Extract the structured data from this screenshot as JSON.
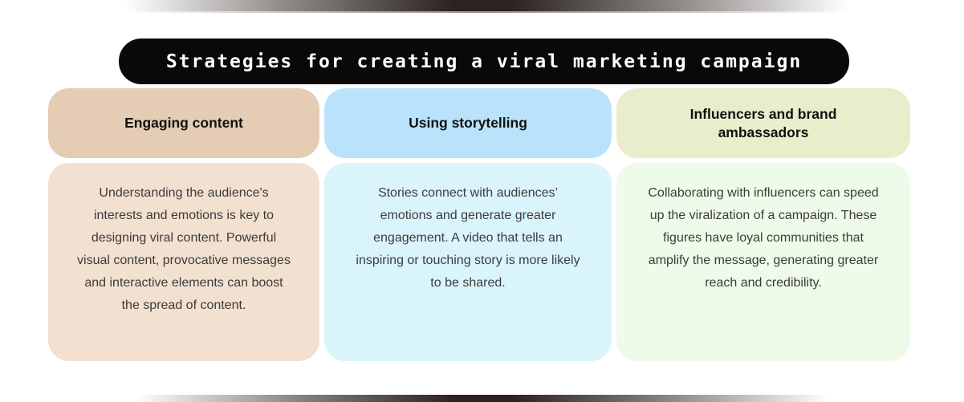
{
  "decor": {
    "top_bar": "metallic-gradient",
    "bottom_bar": "metallic-gradient",
    "bar_dark_color": "#2c2220",
    "bar_light_edge_color": "#9a9390",
    "page_background": "#ffffff"
  },
  "title": {
    "text": "Strategies for creating a viral marketing campaign",
    "background": "#0b0808",
    "color": "#ffffff"
  },
  "columns": [
    {
      "header": "Engaging content",
      "body": "Understanding the audience's interests and emotions is key to designing viral content. Powerful visual content, provocative messages and interactive elements can boost the spread of content.",
      "header_bg": "#e4ccb5",
      "body_bg": "#f2e0d1"
    },
    {
      "header": "Using storytelling",
      "body": "Stories connect with audiences’ emotions and generate greater engagement. A video that tells an inspiring or touching story is more likely to be shared.",
      "header_bg": "#bae3fb",
      "body_bg": "#daf4fb"
    },
    {
      "header": "Influencers and brand ambassadors",
      "body": "Collaborating with influencers can speed up the viralization of a campaign. These figures have loyal communities that amplify the message, generating greater reach and credibility.",
      "header_bg": "#e9edcb",
      "body_bg": "#eefbe9"
    }
  ]
}
